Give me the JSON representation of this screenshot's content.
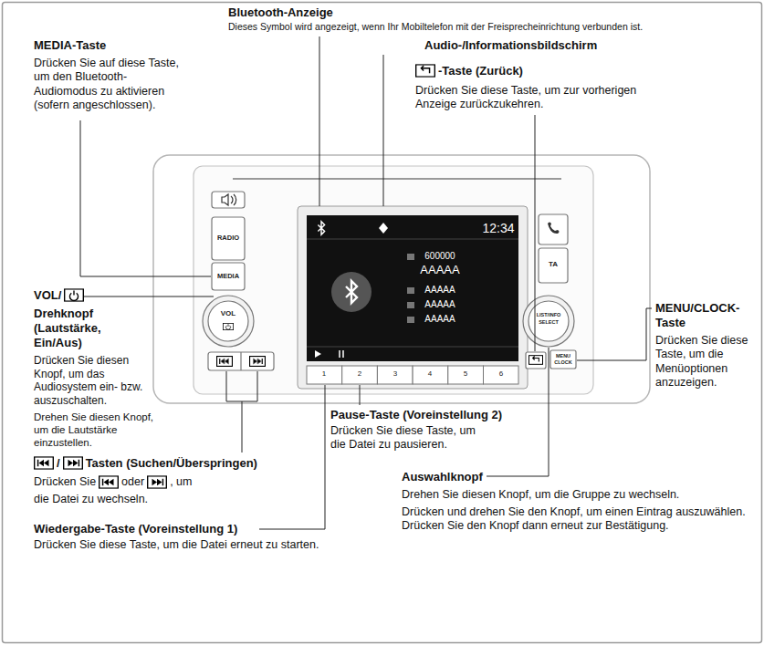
{
  "diagram": {
    "labels": [
      "Bluetooth-Anzeige",
      "Dieses Symbol wird angezeigt, wenn Ihr Mobiltelefon mit der Freisprecheinrichtung verbunden ist.",
      "MEDIA-Taste",
      "Drücken Sie auf diese Taste, um den Bluetooth-Audiomodus zu aktivieren (sofern angeschlossen).",
      "Audio-/Informationsbildschirm",
      "-Taste (Zurück)",
      "Drücken Sie diese Taste, um zur vorherigen Anzeige zurückzukehren.",
      "VOL/",
      "Drehknopf (Lautstärke, Ein/Aus)",
      "Drücken Sie diesen Knopf, um das Audiosystem ein- bzw. auszuschalten.",
      "Drehen Sie diesen Knopf, um die Lautstärke einzustellen.",
      "MENU/CLOCK-Taste",
      "Drücken Sie diese Taste, um die Menüoptionen anzuzeigen.",
      "Pause-Taste (Voreinstellung 2)",
      "Drücken Sie diese Taste, um die Datei zu pausieren.",
      "/",
      "Tasten (Suchen/Überspringen)",
      "Drücken Sie",
      "oder",
      ", um",
      "die Datei zu wechseln.",
      "Auswahlknopf",
      "Drehen Sie diesen Knopf, um die Gruppe zu wechseln.",
      "Drücken und drehen Sie den Knopf, um einen Eintrag auszuwählen. Drücken Sie den Knopf dann erneut zur Bestätigung.",
      "Wiedergabe-Taste (Voreinstellung 1)",
      "Drücken Sie diese Taste, um die Datei erneut zu starten.",
      "RADIO",
      "MEDIA",
      "VOL",
      "12:34",
      "600000",
      "AAAAA",
      "AAAAA",
      "AAAAA",
      "AAAAA",
      "1",
      "2",
      "3",
      "4",
      "5",
      "6",
      "TA",
      "LIST/INFO",
      "SELECT",
      "MENU",
      "CLOCK"
    ]
  }
}
